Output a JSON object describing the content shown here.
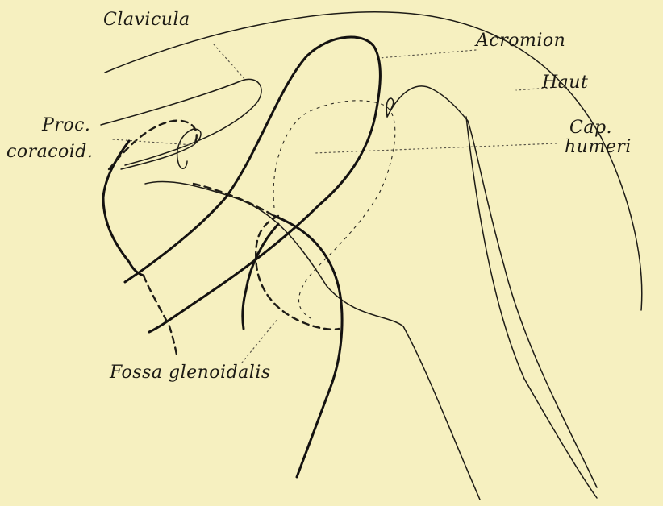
{
  "labels": {
    "clavicula": "Clavicula",
    "acromion": "Acromion",
    "haut": "Haut",
    "proc_line1": "Proc.",
    "proc_line2": "coracoid.",
    "cap_line1": "Cap.",
    "cap_line2": "humeri",
    "fossa": "Fossa glenoidalis"
  },
  "colors": {
    "paper": "#f6f0c0",
    "ink": "#141210",
    "leader": "#5a5648"
  }
}
